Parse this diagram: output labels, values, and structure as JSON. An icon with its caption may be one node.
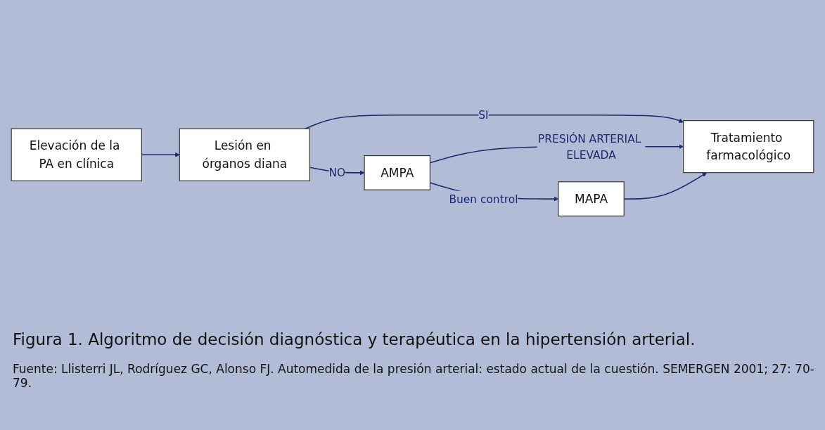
{
  "diagram": {
    "caption": "Figura 1. Algoritmo de decisión diagnóstica y terapéutica en la hipertensión arterial.",
    "nodes": [
      {
        "text": [
          "Elevación de la PA en clínica"
        ]
      },
      {
        "text": [
          "Lesión en órganos diana"
        ]
      },
      {
        "text": [
          "AMPA"
        ]
      },
      {
        "text": [
          "MAPA"
        ]
      },
      {
        "text": [
          "Tratamiento farmacológico"
        ]
      }
    ],
    "edges": [
      {
        "from": 0,
        "to": 1,
        "arrow": "to"
      },
      {
        "from": 1,
        "to": 2,
        "arrow": "to",
        "label": "NO"
      },
      {
        "from": 2,
        "to": 3,
        "arrow": "to",
        "label": "Buen control"
      },
      {
        "from": 1,
        "to": 4,
        "arrow": "to",
        "label": "SI"
      },
      {
        "from": 2,
        "to": 4,
        "arrow": "to",
        "label": "PRESIÓN ARTERIAL ELEVADA"
      },
      {
        "from": 3,
        "to": 4,
        "arrow": "to"
      }
    ],
    "labels": [
      "Fuente: Llisterri JL, Rodríguez GC, Alonso FJ. Automedida de la presión arterial: estado actual de la cuestión. SEMERGEN 2001; 27: 70-79."
    ]
  }
}
